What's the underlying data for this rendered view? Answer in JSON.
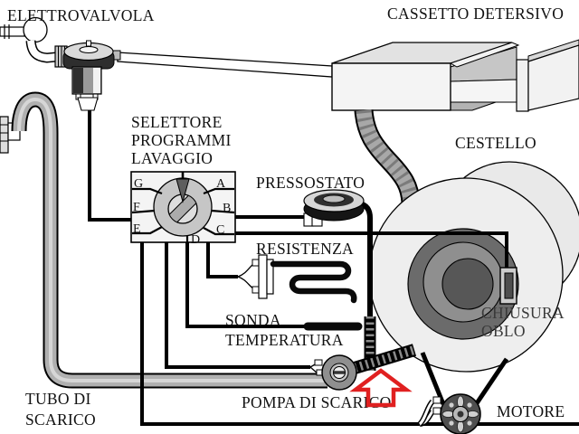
{
  "labels": {
    "electrovalve": "ELETTROVALVOLA",
    "detergent_drawer": "CASSETTO DETERSIVO",
    "selector_line1": "SELETTORE",
    "selector_line2": "PROGRAMMI",
    "selector_line3": "LAVAGGIO",
    "pressure_switch": "PRESSOSTATO",
    "drum": "CESTELLO",
    "heating_element": "RESISTENZA",
    "temp_probe_line1": "SONDA",
    "temp_probe_line2": "TEMPERATURA",
    "door_lock_line1": "CHIUSURA",
    "door_lock_line2": "OBLO",
    "drain_hose_line1": "TUBO DI",
    "drain_hose_line2": "SCARICO",
    "drain_pump": "POMPA DI SCARICO",
    "motor": "MOTORE"
  },
  "selector_dial": {
    "positions": [
      "G",
      "A",
      "F",
      "B",
      "E",
      "C",
      "D"
    ],
    "pointer": "top"
  },
  "colors": {
    "highlight_arrow": "#e02020",
    "background": "#ffffff",
    "line": "#000000"
  }
}
